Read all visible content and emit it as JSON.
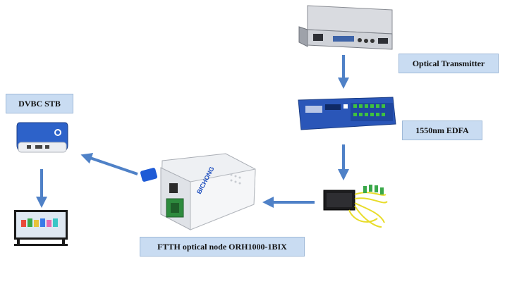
{
  "labels": {
    "transmitter": "Optical Transmitter",
    "edfa": "1550nm EDFA",
    "stb": "DVBC STB",
    "node": "FTTH optical node ORH1000-1BIX"
  },
  "node_brand": "BICHONG",
  "colors": {
    "label_fill": "#c9dcf2",
    "arrow": "#4f81c7",
    "edfa_blue": "#2a56b8",
    "node_green": "#2e8b3e",
    "fiber_yellow": "#e8dc2a"
  }
}
